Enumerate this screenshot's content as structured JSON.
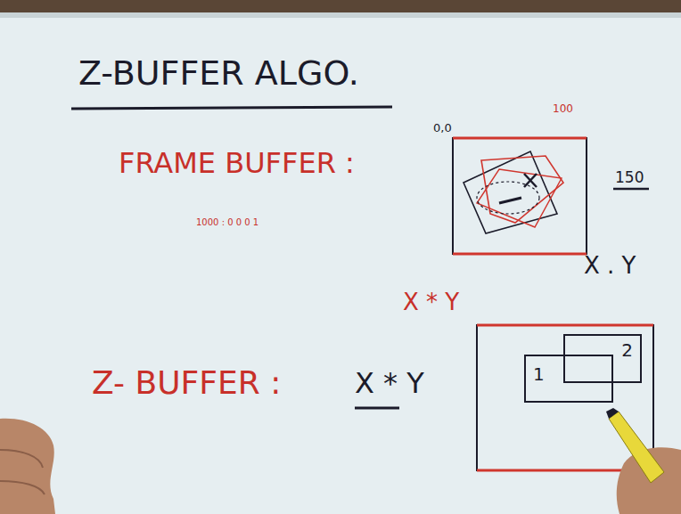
{
  "diagram": {
    "title": "Z-BUFFER ALGO.",
    "nodes": [
      {
        "text": [
          "1"
        ]
      },
      {
        "text": [
          "2"
        ]
      }
    ],
    "labels": [
      "FRAME BUFFER :",
      "1000 : 0 0 0 1",
      "0,0",
      "100",
      "150",
      "X . Y",
      "X * Y",
      "Z- BUFFER :",
      "X * Y"
    ]
  }
}
